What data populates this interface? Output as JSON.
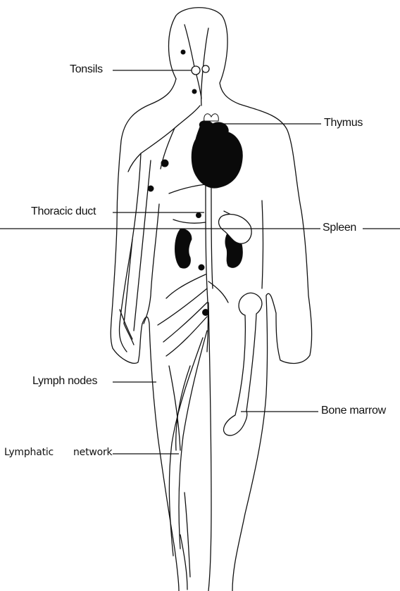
{
  "diagram": {
    "labels": {
      "tonsils": "Tonsils",
      "thymus": "Thymus",
      "thoracic_duct": "Thoracic duct",
      "spleen": "Spleen",
      "lymph_nodes": "Lymph nodes",
      "bone_marrow": "Bone marrow",
      "lymphatic": "Lymphatic",
      "network": "network"
    },
    "colors": {
      "ink": "#111111",
      "organ_fill": "#0a0a0a",
      "background": "#ffffff"
    }
  }
}
